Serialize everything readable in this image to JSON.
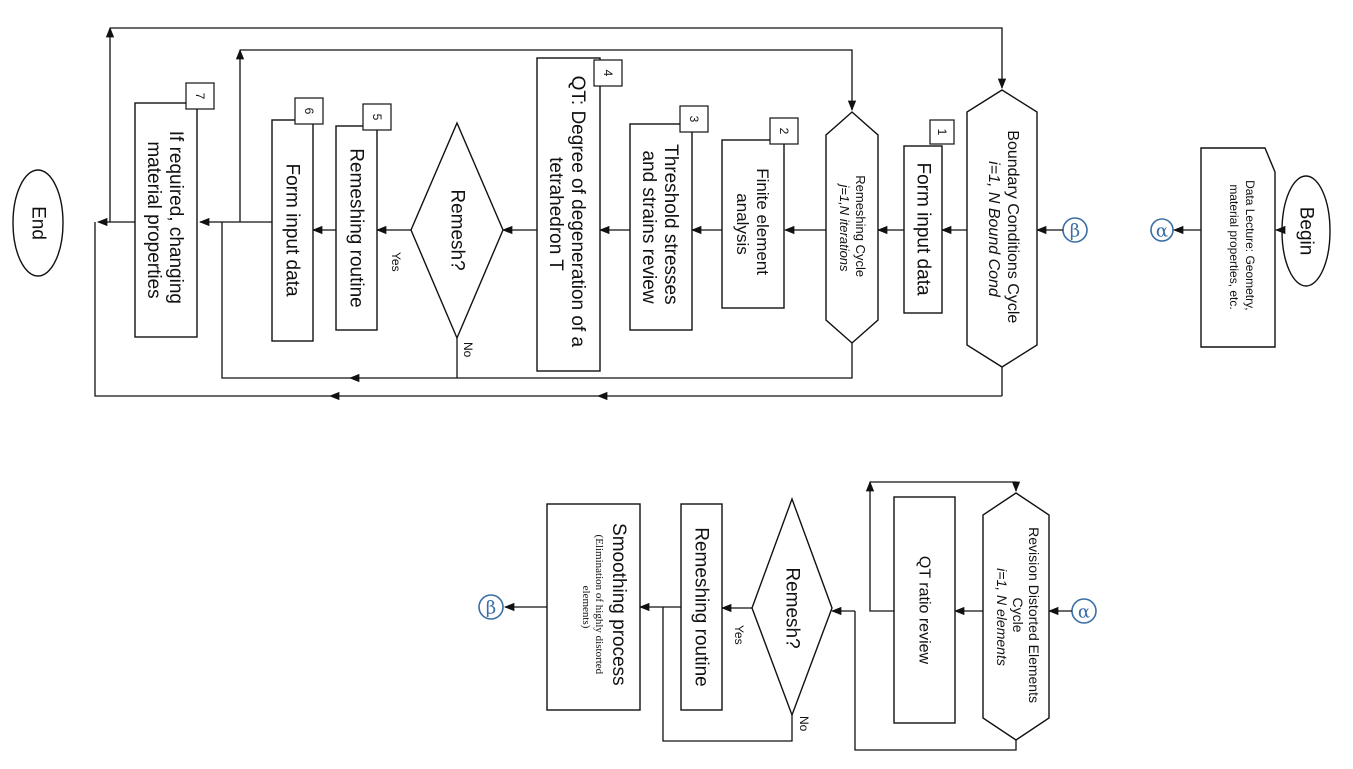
{
  "top_flow": {
    "begin": "Begin",
    "data_lecture": [
      "Data Lecture: Geometry,",
      "material properties, etc."
    ],
    "alpha": "α",
    "beta": "β",
    "boundary_cycle": {
      "line1": "Boundary Conditions Cycle",
      "line2": "i=1, N Bound Cond"
    },
    "step1": {
      "num": "1",
      "label": "Form input data"
    },
    "remeshing_cycle": {
      "line1": "Remeshing Cycle",
      "line2": "j=1,N iterations"
    },
    "step2": {
      "num": "2",
      "lines": [
        "Finite element",
        "analysis"
      ]
    },
    "step3": {
      "num": "3",
      "lines": [
        "Threshold stresses",
        "and strains review"
      ]
    },
    "step4": {
      "num": "4",
      "lines": [
        "QT: Degree of degeneration of a",
        "tetrahedron T"
      ]
    },
    "decision": {
      "label": "Remesh?",
      "yes": "Yes",
      "no": "No"
    },
    "step5": {
      "num": "5",
      "label": "Remeshing routine"
    },
    "step6": {
      "num": "6",
      "label": "Form input data"
    },
    "step7": {
      "num": "7",
      "lines": [
        "If required, changing",
        "material properties"
      ]
    },
    "end": "End"
  },
  "bottom_flow": {
    "alpha": "α",
    "beta": "β",
    "revision_cycle": {
      "line1": "Revision Distorted Elements",
      "line2": "Cycle",
      "line3": "i=1, N elements"
    },
    "qt_review": "QT ratio review",
    "decision": {
      "label": "Remesh?",
      "yes": "Yes",
      "no": "No"
    },
    "remeshing": "Remeshing routine",
    "smoothing": {
      "title": "Smoothing process",
      "sub1": "(Elimination of highly distorted",
      "sub2": "elements)"
    }
  }
}
